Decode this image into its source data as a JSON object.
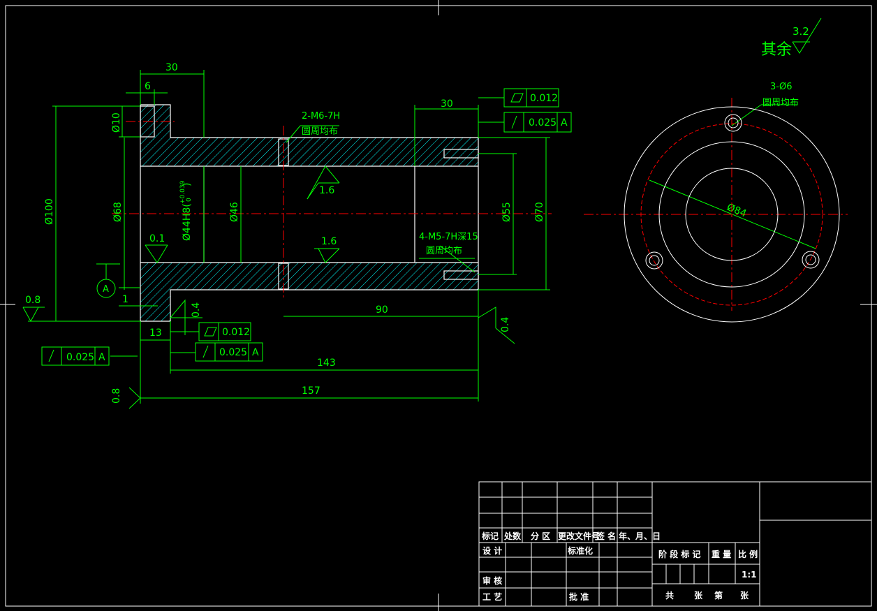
{
  "colors": {
    "background": "#000000",
    "outline": "#ffffff",
    "dimension": "#00ff00",
    "centerline": "#ff0000",
    "hatch": "#00ffff",
    "bolt_circle": "#ff0000"
  },
  "surface_finish_general": {
    "label": "其余",
    "value": "3.2"
  },
  "dimensions": {
    "top_30_left": "30",
    "top_6": "6",
    "top_30_right": "30",
    "dia_10": "Ø10",
    "dia_100": "Ø100",
    "dia_68": "Ø68",
    "dia_44": "Ø44H8(",
    "dia_44_tol_upper": "+0.039",
    "dia_44_tol_lower": "0",
    "dia_44_close": ")",
    "dia_46": "Ø46",
    "dia_55": "Ø55",
    "dia_70": "Ø70",
    "len_90": "90",
    "len_13": "13",
    "len_143": "143",
    "len_157": "157",
    "len_1": "1",
    "dia_84": "Ø84"
  },
  "callouts": {
    "hole_m6_line1": "2-M6-7H",
    "hole_m6_line2": "圆周均布",
    "hole_m5_line1": "4-M5-7H深15",
    "hole_m5_line2": "圆周均布",
    "hole_6_line1": "3-Ø6",
    "hole_6_line2": "圆周均布"
  },
  "roughness": {
    "r_1_6_top": "1.6",
    "r_1_6_mid": "1.6",
    "r_0_1": "0.1",
    "r_0_8_left": "0.8",
    "r_0_4_a": "0.4",
    "r_0_4_b": "0.4",
    "r_0_8_bottom": "0.8"
  },
  "tolerances": {
    "flatness_top": {
      "value": "0.012"
    },
    "runout_top": {
      "value": "0.025",
      "datum": "A"
    },
    "flatness_bottom": {
      "value": "0.012"
    },
    "runout_bottom": {
      "value": "0.025",
      "datum": "A"
    },
    "runout_left": {
      "value": "0.025",
      "datum": "A"
    }
  },
  "datum_label": "A",
  "title_block": {
    "rev_headers": [
      "标记",
      "处数",
      "分 区",
      "更改文件号",
      "签 名",
      "年、月、日"
    ],
    "design": "设 计",
    "standardization": "标准化",
    "review": "审 核",
    "process": "工 艺",
    "approve": "批 准",
    "stage_mark": "阶 段 标 记",
    "weight": "重 量",
    "scale": "比 例",
    "scale_value": "1:1",
    "sheet_total": "共",
    "sheet_of": "张",
    "sheet_no": "第",
    "sheet_end": "张"
  }
}
